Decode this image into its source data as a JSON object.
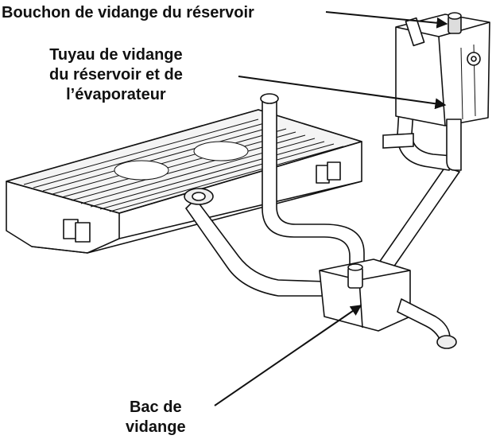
{
  "labels": {
    "reservoir_cap": "Bouchon de vidange du réservoir",
    "drain_hose": [
      "Tuyau de vidange",
      "du réservoir et de",
      "l’évaporateur"
    ],
    "drain_pan": [
      "Bac de",
      "vidange"
    ]
  },
  "colors": {
    "ink": "#111111",
    "paper": "#ffffff",
    "shade": "#e6e6e6"
  }
}
